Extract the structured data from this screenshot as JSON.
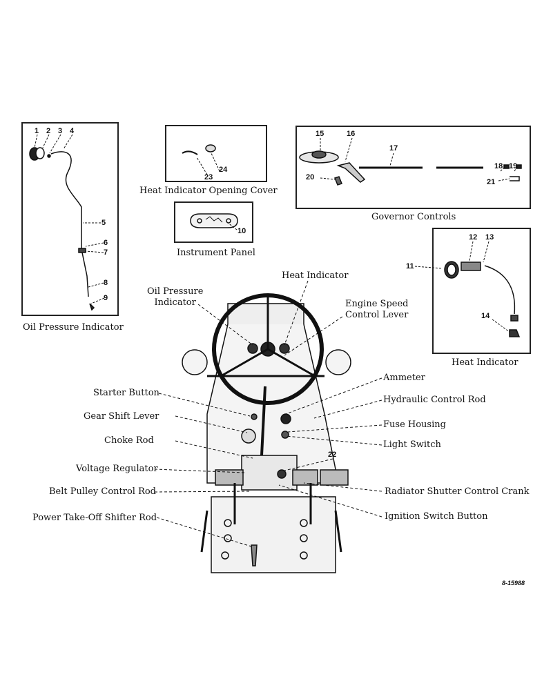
{
  "panels": {
    "oil_pressure": {
      "caption": "Oil Pressure Indicator",
      "callouts": [
        "1",
        "2",
        "3",
        "4",
        "5",
        "6",
        "7",
        "8",
        "9"
      ]
    },
    "heat_cover": {
      "caption": "Heat Indicator Opening Cover",
      "callouts": [
        "23",
        "24"
      ]
    },
    "instrument_panel": {
      "caption": "Instrument Panel",
      "callouts": [
        "10"
      ]
    },
    "governor": {
      "caption": "Governor Controls",
      "callouts": [
        "15",
        "16",
        "17",
        "18",
        "19",
        "20",
        "21"
      ]
    },
    "heat_indicator": {
      "caption": "Heat Indicator",
      "callouts": [
        "11",
        "12",
        "13",
        "14"
      ]
    }
  },
  "main_labels": {
    "oil_pressure_indicator": [
      "Oil Pressure",
      "Indicator"
    ],
    "heat_indicator": "Heat Indicator",
    "engine_speed": [
      "Engine Speed",
      "Control Lever"
    ],
    "ammeter": "Ammeter",
    "starter_button": "Starter Button",
    "hydraulic_control_rod": "Hydraulic Control Rod",
    "gear_shift_lever": "Gear Shift Lever",
    "fuse_housing": "Fuse Housing",
    "choke_rod": "Choke Rod",
    "light_switch": "Light Switch",
    "callout_22": "22",
    "voltage_regulator": "Voltage Regulator",
    "belt_pulley_control_rod": "Belt Pulley Control Rod",
    "radiator_shutter_control_crank": "Radiator Shutter Control Crank",
    "power_takeoff_shifter_rod": "Power Take-Off Shifter Rod",
    "ignition_switch_button": "Ignition Switch Button"
  },
  "reference_number": "8-15988",
  "colors": {
    "ink": "#111111",
    "paper": "#ffffff",
    "frame": "#222222"
  }
}
